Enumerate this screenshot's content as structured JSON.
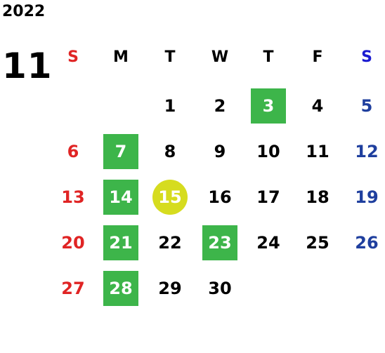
{
  "calendar": {
    "year": "2022",
    "month": "11",
    "weekdays": [
      "S",
      "M",
      "T",
      "W",
      "T",
      "F",
      "S"
    ],
    "weeks": [
      [
        "",
        "",
        "1",
        "2",
        "3",
        "4",
        "5"
      ],
      [
        "6",
        "7",
        "8",
        "9",
        "10",
        "11",
        "12"
      ],
      [
        "13",
        "14",
        "15",
        "16",
        "17",
        "18",
        "19"
      ],
      [
        "20",
        "21",
        "22",
        "23",
        "24",
        "25",
        "26"
      ],
      [
        "27",
        "28",
        "29",
        "30",
        "",
        "",
        ""
      ]
    ],
    "highlighted_days": [
      "3",
      "7",
      "14",
      "21",
      "23",
      "28"
    ],
    "today": "15"
  },
  "colors": {
    "sunday": "#e02424",
    "saturday_header": "#1b1bd1",
    "saturday": "#1f3f9e",
    "highlight": "#3db54a",
    "today": "#d6dc1f"
  }
}
